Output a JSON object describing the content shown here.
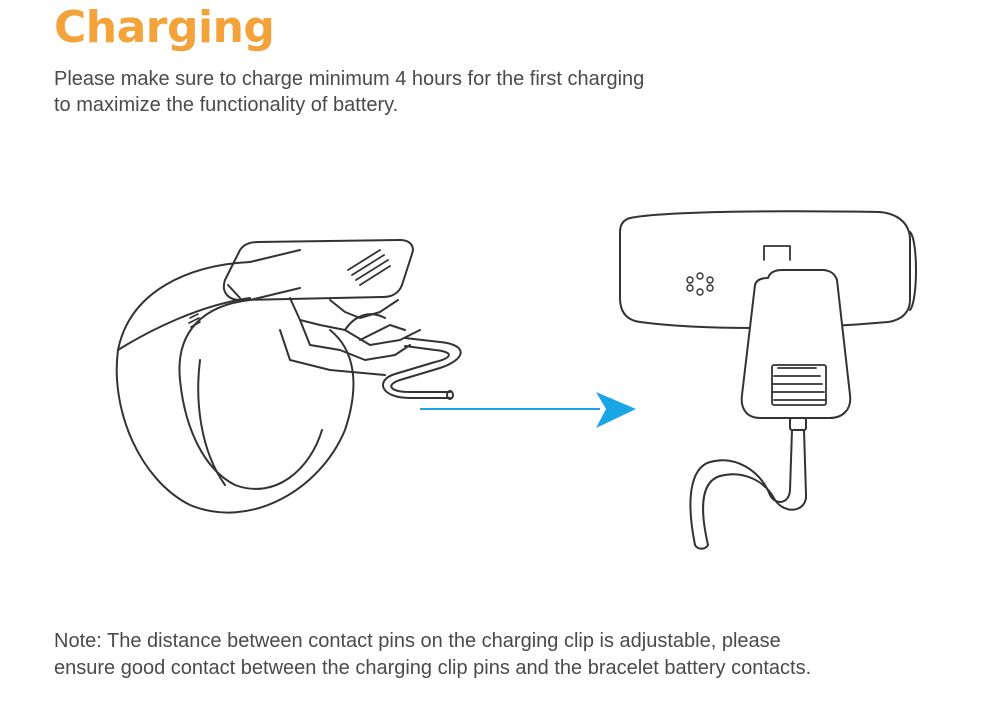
{
  "heading": {
    "title": "Charging"
  },
  "intro": {
    "line1": "Please make sure to charge minimum 4 hours for the first charging",
    "line2": "to maximize the functionality of battery."
  },
  "illustration": {
    "left_figure": "bracelet-with-charging-clip",
    "right_figure": "charging-clip-attached-closeup",
    "arrow_color": "#1aa6e6",
    "line_color": "#333333"
  },
  "note": {
    "line1": "Note: The distance between contact pins on the charging clip is adjustable, please",
    "line2": "ensure good contact between the charging clip pins and the bracelet battery contacts."
  }
}
